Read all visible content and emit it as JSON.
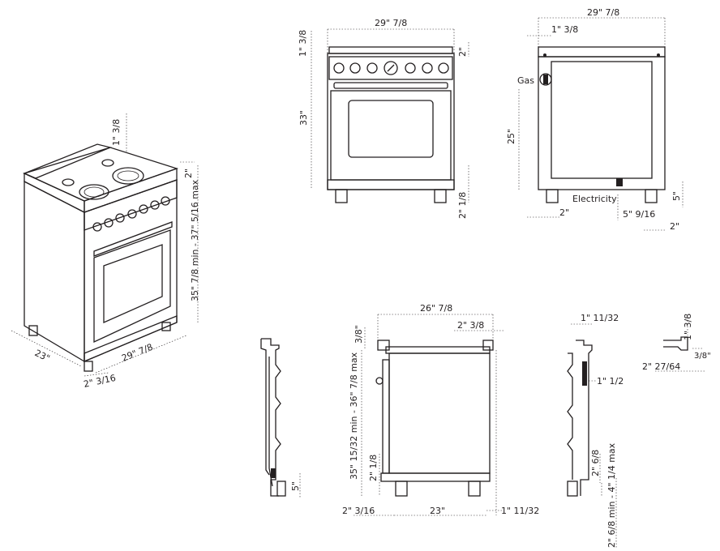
{
  "iso": {
    "top_offset": "1\" 3/8",
    "back_offset": "2\"",
    "height": "35\" 7/8 min - 37\" 5/16 max",
    "depth": "23\"",
    "width": "29\" 7/8",
    "foot": "2\" 3/16"
  },
  "front": {
    "width": "29\" 7/8",
    "top_left": "1\" 3/8",
    "top_right": "2\"",
    "height": "33\"",
    "bottom": "2\" 1/8"
  },
  "rear": {
    "width": "29\" 7/8",
    "top_left": "1\" 3/8",
    "gas_label": "Gas",
    "height_25": "25\"",
    "electricity_label": "Electricity",
    "right_5": "5\"",
    "bottom_2": "2\"",
    "bottom_5_9_16": "5\" 9/16",
    "bottom_right_2": "2\""
  },
  "side": {
    "width": "26\" 7/8",
    "top_right": "2\" 3/8",
    "top_left": "3/8\"",
    "height": "35\" 15/32 min - 36\" 7/8 max",
    "foot": "2\" 1/8",
    "left_bottom": "2\" 3/16",
    "depth": "23\"",
    "right_bottom": "1\" 11/32"
  },
  "left_profile": {
    "foot": "5\""
  },
  "right_profile": {
    "top": "1\" 11/32",
    "handle": "1\" 1/2",
    "bottom": "2\" 6/8",
    "legs": "2\" 6/8 min - 4\" 1/4 max"
  },
  "detail": {
    "top": "1\" 3/8",
    "right": "3/8\"",
    "bottom": "2\" 27/64"
  }
}
